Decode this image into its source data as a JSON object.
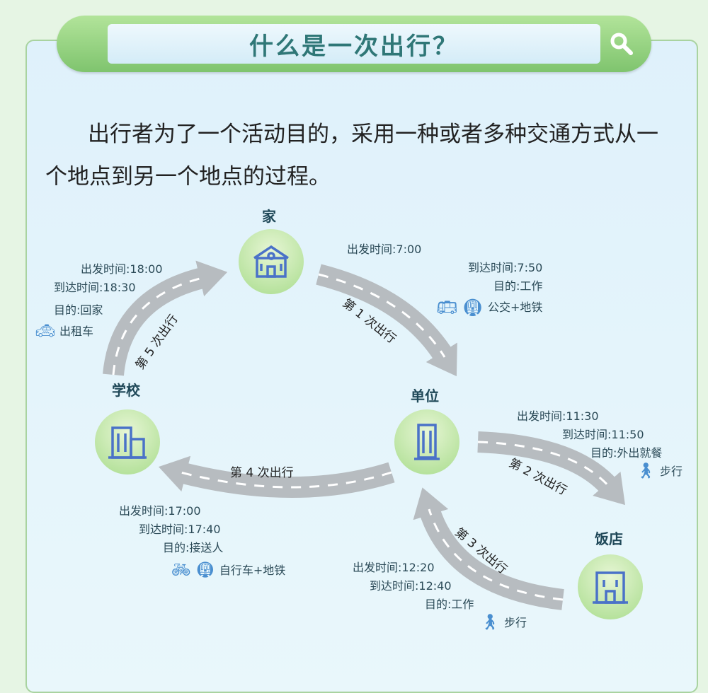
{
  "title": "什么是一次出行？",
  "description": "出行者为了一个活动目的，采用一种或者多种交通方式从一个地点到另一个地点的过程。",
  "nodes": {
    "home": "家",
    "work": "单位",
    "school": "学校",
    "restaurant": "饭店"
  },
  "trips": [
    {
      "label": "第 1 次出行",
      "depart": "出发时间:7:00",
      "arrive": "到达时间:7:50",
      "purpose": "目的:工作",
      "mode": "公交+地铁",
      "icons": [
        "bus-icon",
        "metro-icon"
      ]
    },
    {
      "label": "第 2 次出行",
      "depart": "出发时间:11:30",
      "arrive": "到达时间:11:50",
      "purpose": "目的:外出就餐",
      "mode": "步行",
      "icons": [
        "walk-icon"
      ]
    },
    {
      "label": "第 3 次出行",
      "depart": "出发时间:12:20",
      "arrive": "到达时间:12:40",
      "purpose": "目的:工作",
      "mode": "步行",
      "icons": [
        "walk-icon"
      ]
    },
    {
      "label": "第 4 次出行",
      "depart": "出发时间:17:00",
      "arrive": "到达时间:17:40",
      "purpose": "目的:接送人",
      "mode": "自行车+地铁",
      "icons": [
        "bicycle-icon",
        "metro-icon"
      ]
    },
    {
      "label": "第 5 次出行",
      "depart": "出发时间:18:00",
      "arrive": "到达时间:18:30",
      "purpose": "目的:回家",
      "mode": "出租车",
      "icons": [
        "taxi-icon"
      ]
    }
  ],
  "colors": {
    "title": "#2f7777",
    "icon": "#4a8fd0",
    "road": "#b7bcc0",
    "node": "#a8dc8c"
  }
}
